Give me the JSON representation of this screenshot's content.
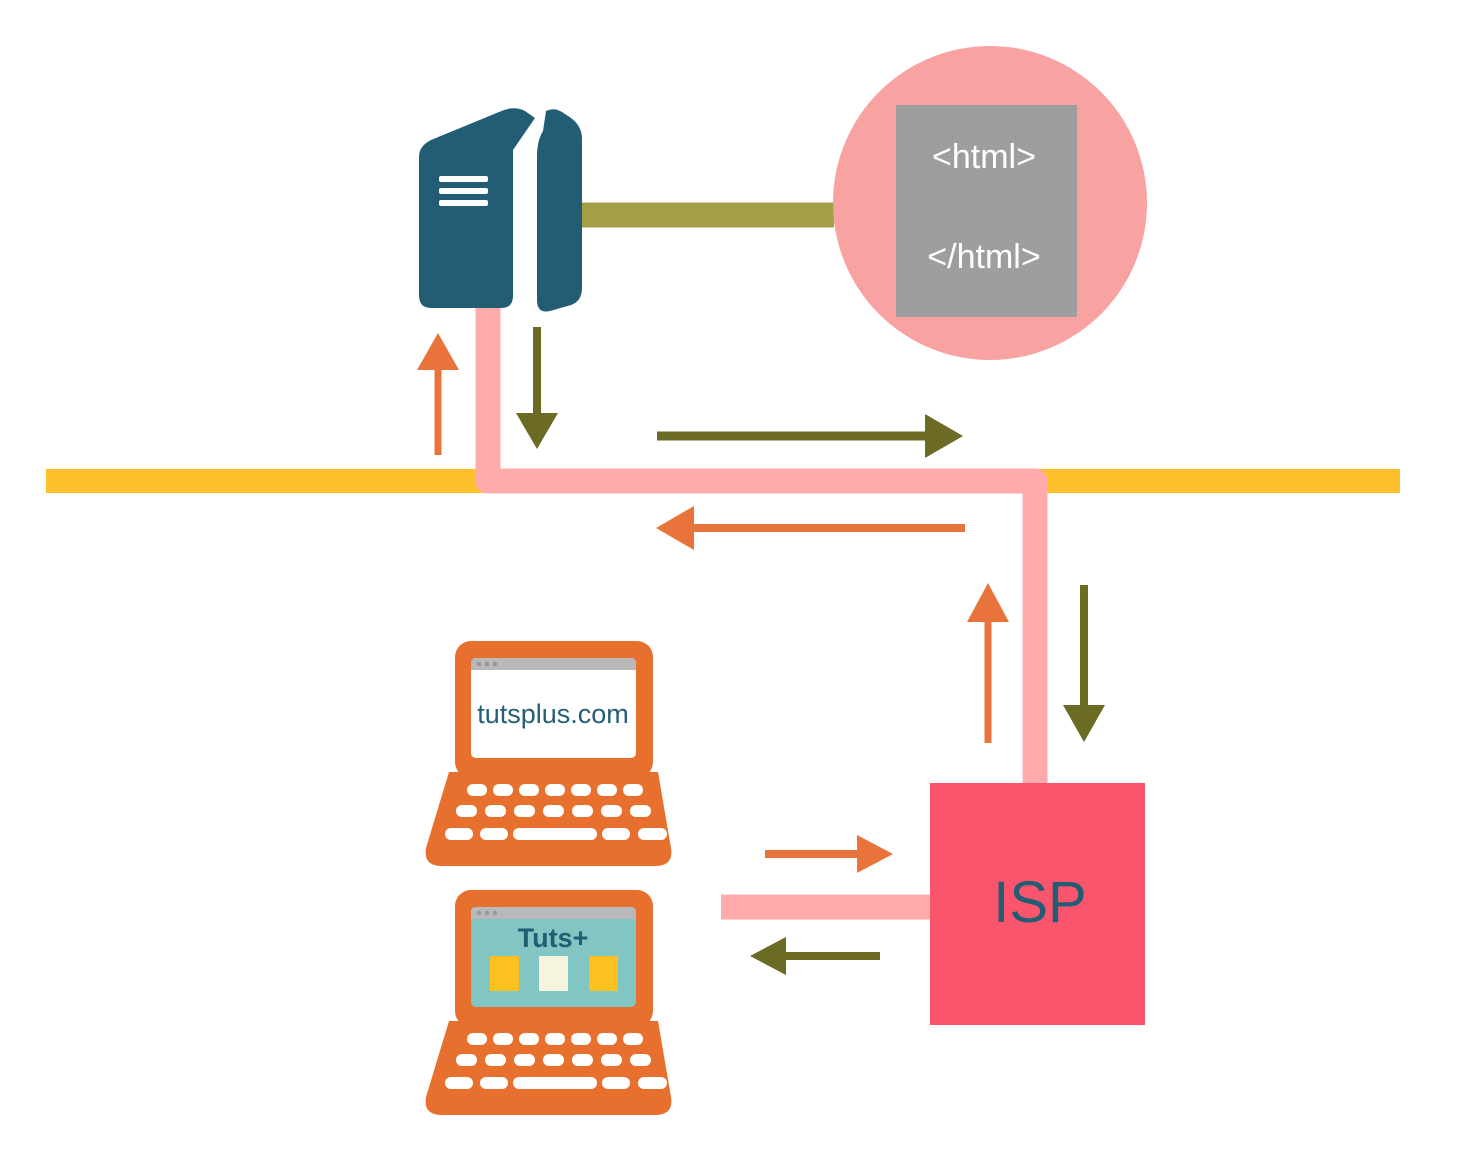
{
  "diagram": {
    "document": {
      "line1": "<html>",
      "line2": "</html>"
    },
    "isp": {
      "label": "ISP"
    },
    "laptops": [
      {
        "screen_text": "tutsplus.com"
      },
      {
        "screen_text": "Tuts+"
      }
    ]
  },
  "colors": {
    "orange": "#E8702E",
    "arrow_orange": "#E8743B",
    "olive_dark": "#6B6B24",
    "olive_light": "#A49F45",
    "pink_pipe": "#FFABAB",
    "pink_circle": "#F9A2A2",
    "isp_red": "#FB556E",
    "backbone_yellow": "#FEC02B",
    "teal_dark": "#235D74",
    "doc_gray": "#9E9E9E",
    "browser_bar_gray": "#B9B9B9",
    "browser_dot_gray": "#999999",
    "screen_teal": "#82C6C4",
    "square_yellow": "#FCC11F",
    "square_cream": "#F6F4DC",
    "text_white": "#FFFFFF"
  }
}
